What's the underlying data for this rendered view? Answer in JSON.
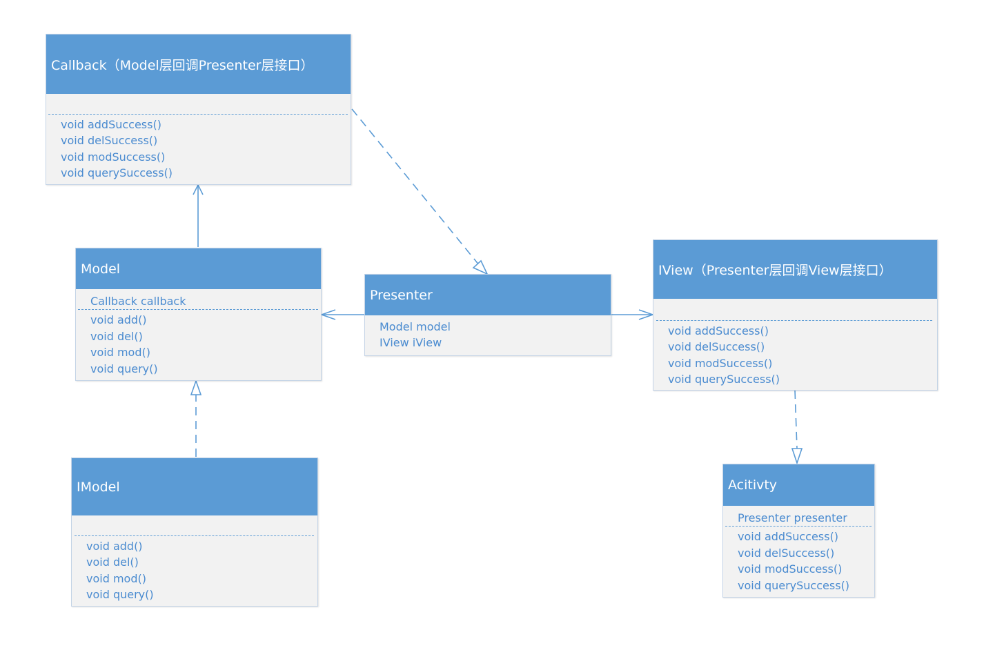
{
  "colors": {
    "header": "#5b9bd5",
    "body": "#f2f2f2",
    "text": "#4a8bd0",
    "line": "#5b9bd5"
  },
  "classes": {
    "callback": {
      "title": "Callback（Model层回调Presenter层接口）",
      "attributes": [],
      "operations": [
        "void addSuccess()",
        "void delSuccess()",
        "void modSuccess()",
        "void querySuccess()"
      ]
    },
    "model": {
      "title": "Model",
      "attributes": [
        "Callback callback"
      ],
      "operations": [
        "void add()",
        "void del()",
        "void mod()",
        "void query()"
      ]
    },
    "presenter": {
      "title": "Presenter",
      "attributes": [
        "Model model",
        "IView iView"
      ],
      "operations": []
    },
    "iview": {
      "title": "IView（Presenter层回调View层接口）",
      "attributes": [],
      "operations": [
        "void addSuccess()",
        "void delSuccess()",
        "void modSuccess()",
        "void querySuccess()"
      ]
    },
    "imodel": {
      "title": "IModel",
      "attributes": [],
      "operations": [
        "void add()",
        "void del()",
        "void mod()",
        "void query()"
      ]
    },
    "activity": {
      "title": "Acitivty",
      "attributes": [
        "Presenter presenter"
      ],
      "operations": [
        "void addSuccess()",
        "void delSuccess()",
        "void modSuccess()",
        "void querySuccess()"
      ]
    }
  },
  "relations": [
    {
      "from": "model",
      "to": "callback",
      "kind": "association"
    },
    {
      "from": "presenter",
      "to": "model",
      "kind": "association"
    },
    {
      "from": "presenter",
      "to": "iview",
      "kind": "association"
    },
    {
      "from": "callback",
      "to": "presenter",
      "kind": "realization"
    },
    {
      "from": "imodel",
      "to": "model",
      "kind": "realization"
    },
    {
      "from": "iview",
      "to": "activity",
      "kind": "realization"
    }
  ]
}
